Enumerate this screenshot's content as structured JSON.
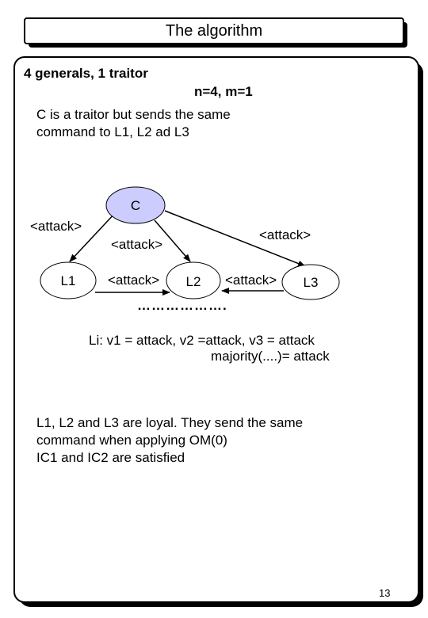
{
  "title": "The algorithm",
  "heading": "4 generals, 1 traitor",
  "params": "n=4, m=1",
  "intro": {
    "line1": "C is a traitor but sends the same",
    "line2": "command to L1, L2 ad L3"
  },
  "diagram": {
    "nodes": {
      "commander": "C",
      "l1": "L1",
      "l2": "L2",
      "l3": "L3"
    },
    "edge_labels": {
      "c_to_l1": "<attack>",
      "c_to_l2": "<attack>",
      "c_to_l3": "<attack>",
      "l1_to_l2": "<attack>",
      "l3_to_l2": "<attack>"
    },
    "dots": "……………….",
    "commander_color": "#ccccff"
  },
  "result": {
    "line1": "Li: v1 = attack,  v2 =attack,  v3 = attack",
    "line2": "majority(....)= attack"
  },
  "conclusion": {
    "line1": "L1, L2 and L3 are loyal. They send the same",
    "line2": "command when applying OM(0)",
    "line3": "IC1 and IC2 are satisfied"
  },
  "page_number": "13"
}
